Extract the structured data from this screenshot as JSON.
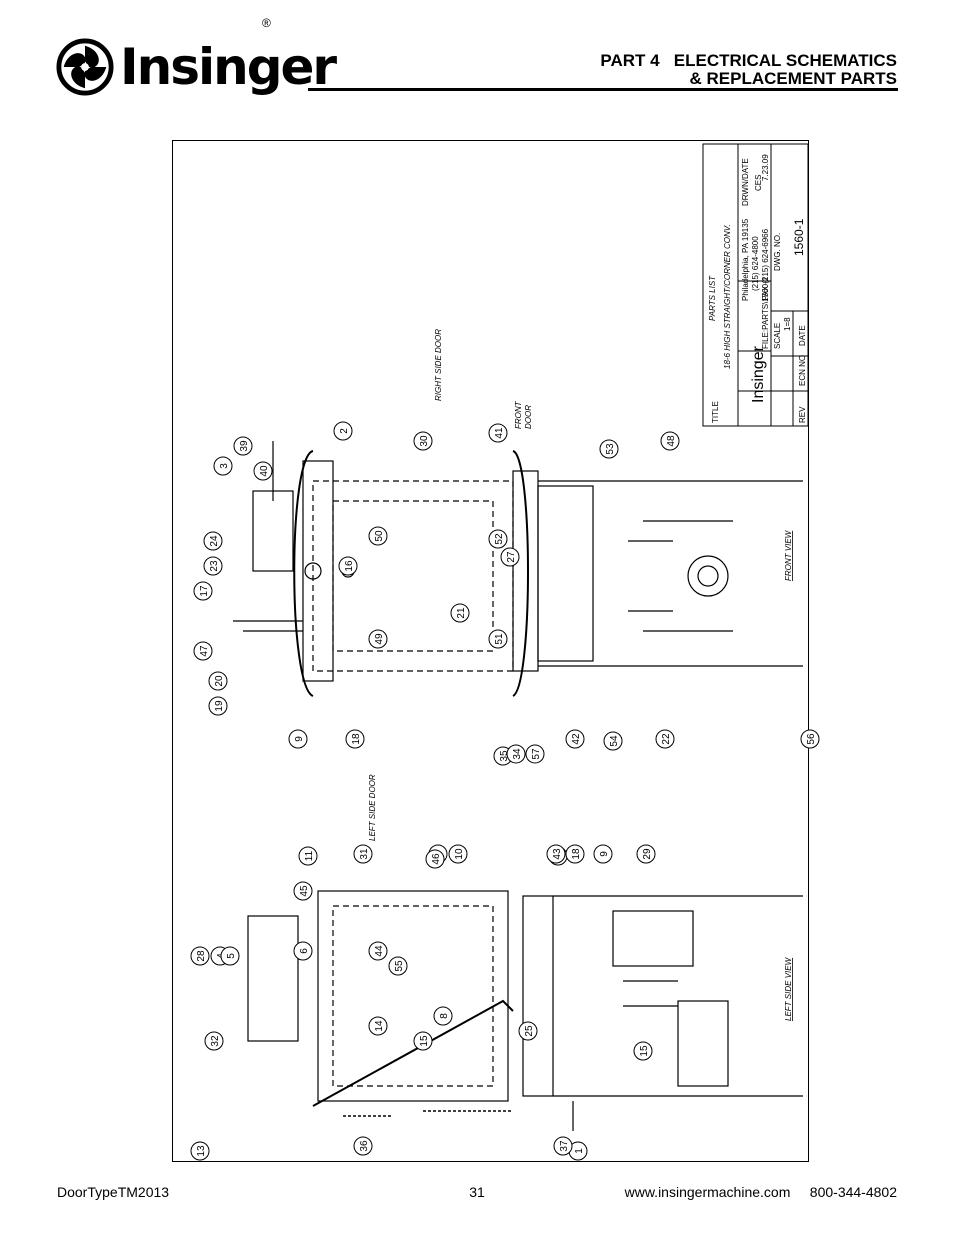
{
  "header": {
    "brand": "Insinger",
    "registered": "®",
    "title_line1": "PART 4   ELECTRICAL SCHEMATICS",
    "title_line2": "& REPLACEMENT PARTS"
  },
  "drawing": {
    "title_label": "TITLE",
    "title_line1": "PARTS LIST",
    "title_line2": "18-6 HIGH STRAIGHT/CORNER CONV.",
    "company": "Insinger",
    "addr1": "Philadelphia, PA 19135",
    "addr2": "(215) 624-4800",
    "addr3": "FAX (215) 624-6966",
    "file": "FILE:PARTS\\1560-1",
    "drwn_label": "DRWN/DATE",
    "drwn_by": "CES",
    "drwn_date": "7.23.09",
    "scale_label": "SCALE",
    "scale": "1=8",
    "dwg_label": "DWG. NO.",
    "dwg_no": "1560-1",
    "rev_label": "REV",
    "ecn_label": "ECN NO",
    "date_label": "DATE",
    "front_view": "FRONT VIEW",
    "left_side_view": "LEFT SIDE VIEW",
    "right_side_door": "RIGHT SIDE DOOR",
    "left_side_door": "LEFT SIDE DOOR",
    "front_door_1": "FRONT",
    "front_door_2": "DOOR",
    "callouts_front": [
      "39",
      "40",
      "3",
      "2",
      "30",
      "41",
      "53",
      "48",
      "24",
      "23",
      "17",
      "47",
      "50",
      "16",
      "52",
      "27",
      "21",
      "49",
      "51",
      "20",
      "19",
      "9",
      "18",
      "35",
      "57",
      "34",
      "42",
      "54",
      "22",
      "56"
    ],
    "callouts_side": [
      "31",
      "7",
      "10",
      "11",
      "45",
      "46",
      "33",
      "43",
      "18",
      "9",
      "29",
      "28",
      "4",
      "5",
      "6",
      "44",
      "55",
      "8",
      "14",
      "15",
      "32",
      "25",
      "15",
      "13",
      "1",
      "36",
      "37"
    ]
  },
  "footer": {
    "left": "DoorTypeTM2013",
    "page": "31",
    "right": "www.insingermachine.com     800-344-4802"
  }
}
